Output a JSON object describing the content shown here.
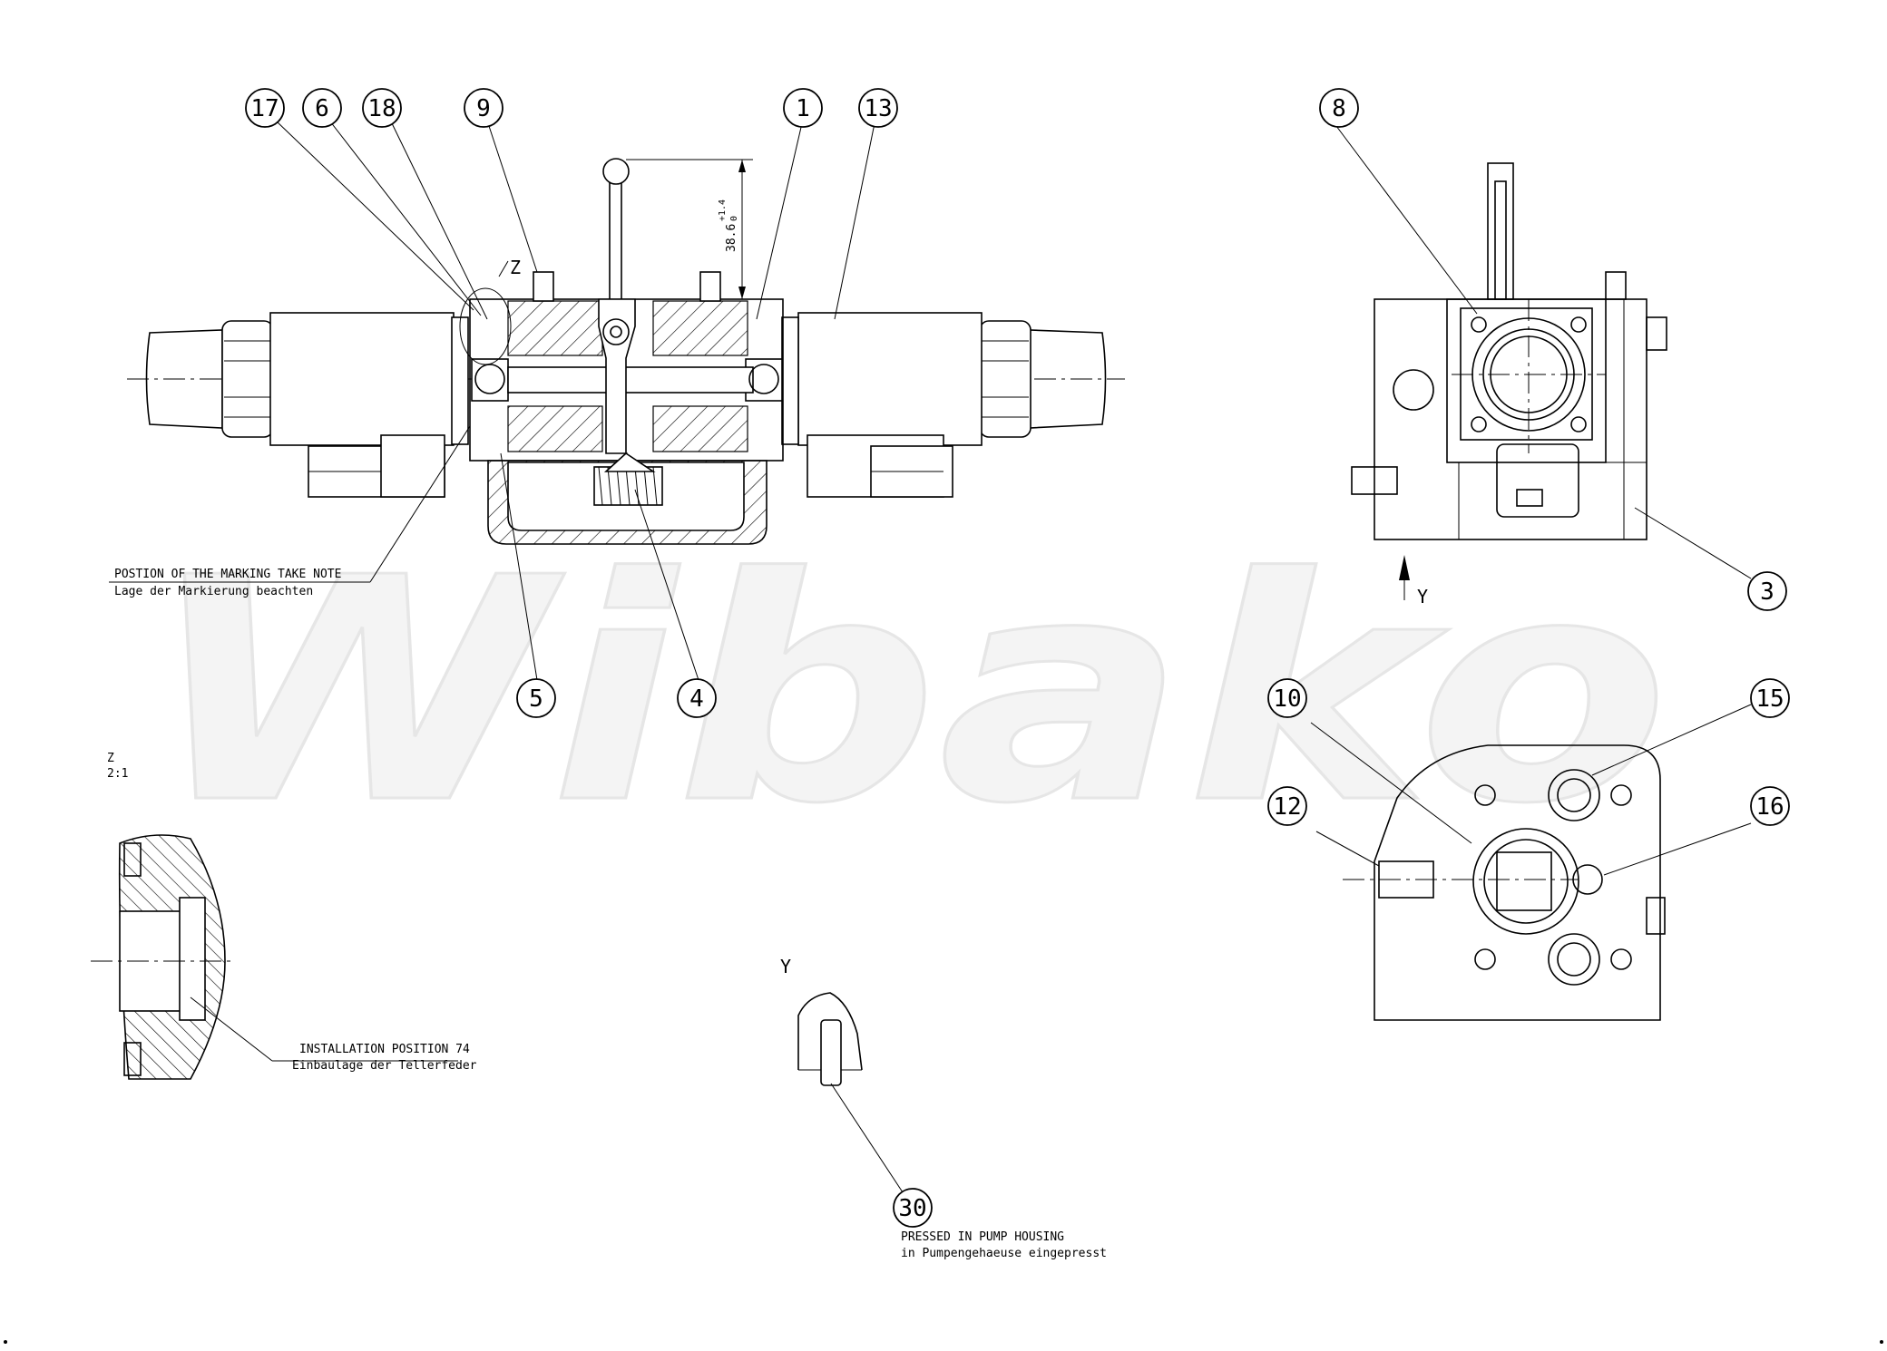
{
  "watermark": "Wibako",
  "balloons": [
    {
      "id": "b17",
      "label": "17"
    },
    {
      "id": "b6",
      "label": "6"
    },
    {
      "id": "b18",
      "label": "18"
    },
    {
      "id": "b9",
      "label": "9"
    },
    {
      "id": "b1",
      "label": "1"
    },
    {
      "id": "b13",
      "label": "13"
    },
    {
      "id": "b8",
      "label": "8"
    },
    {
      "id": "b3",
      "label": "3"
    },
    {
      "id": "b5",
      "label": "5"
    },
    {
      "id": "b4",
      "label": "4"
    },
    {
      "id": "b10",
      "label": "10"
    },
    {
      "id": "b15",
      "label": "15"
    },
    {
      "id": "b12",
      "label": "12"
    },
    {
      "id": "b16",
      "label": "16"
    },
    {
      "id": "b30",
      "label": "30"
    }
  ],
  "dimension": {
    "value": "38.6",
    "tolerance_upper": "+1.4",
    "tolerance_lower": "0"
  },
  "section_marker": "Z",
  "view_arrow_label": "Y",
  "view_y_label": "Y",
  "detail": {
    "name": "Z",
    "scale": "2:1"
  },
  "notes": {
    "marking_en": "POSTION OF THE MARKING TAKE NOTE",
    "marking_de": "Lage der Markierung beachten",
    "install_en": "INSTALLATION POSITION 74",
    "install_de": "Einbaulage der Tellerfeder",
    "pressed_en": "PRESSED IN PUMP HOUSING",
    "pressed_de": "in Pumpengehaeuse eingepresst"
  }
}
